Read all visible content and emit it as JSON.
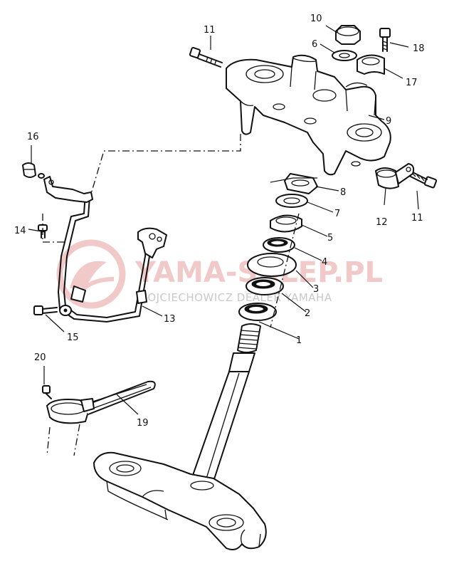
{
  "watermark": {
    "brand": "YAMA-SKLEP.PL",
    "tagline": "WOJCIECHOWICZ DEALER YAMAHA"
  },
  "callouts": [
    "1",
    "2",
    "3",
    "4",
    "5",
    "6",
    "7",
    "8",
    "9",
    "10",
    "11",
    "11",
    "12",
    "13",
    "14",
    "15",
    "16",
    "17",
    "18",
    "19",
    "20"
  ],
  "colors": {
    "ink": "#111111",
    "watermark_logo": "#f2c9c9",
    "watermark_text": "#c9c9c9",
    "background": "#ffffff"
  }
}
